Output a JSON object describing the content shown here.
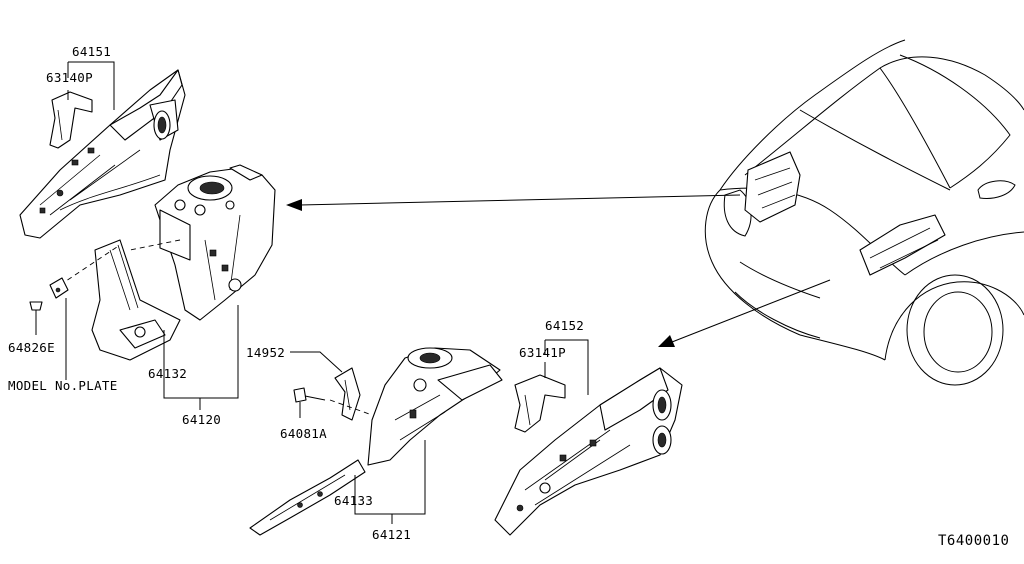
{
  "diagram": {
    "part_labels": {
      "p64151": "64151",
      "p63140P": "63140P",
      "p64826E": "64826E",
      "model_plate": "MODEL No.PLATE",
      "p64132": "64132",
      "p64120": "64120",
      "p14952": "14952",
      "p64081A": "64081A",
      "p64133": "64133",
      "p64121": "64121",
      "p64152": "64152",
      "p63141P": "63141P"
    },
    "reference_code": "T6400010"
  }
}
